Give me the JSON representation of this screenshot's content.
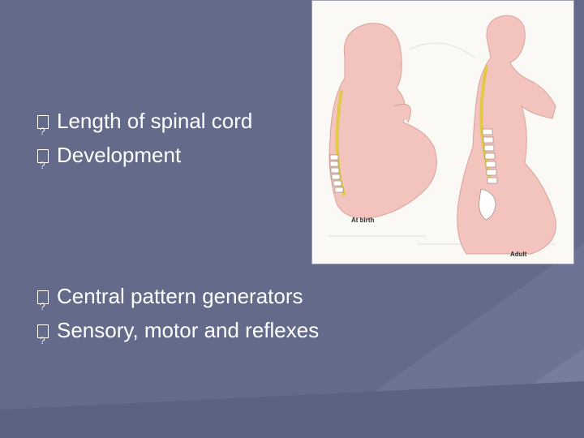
{
  "slide": {
    "bullets_top": [
      {
        "text": "Length of spinal cord"
      },
      {
        "text": "Development"
      }
    ],
    "bullets_bottom": [
      {
        "text": "Central pattern generators"
      },
      {
        "text": "Sensory, motor and reflexes"
      }
    ]
  },
  "figure": {
    "label_birth": "At birth",
    "label_adult": "Adult",
    "body_color": "#f3c4be",
    "cord_color": "#e4c84a"
  },
  "colors": {
    "background": "#636a8a",
    "text": "#ffffff"
  }
}
